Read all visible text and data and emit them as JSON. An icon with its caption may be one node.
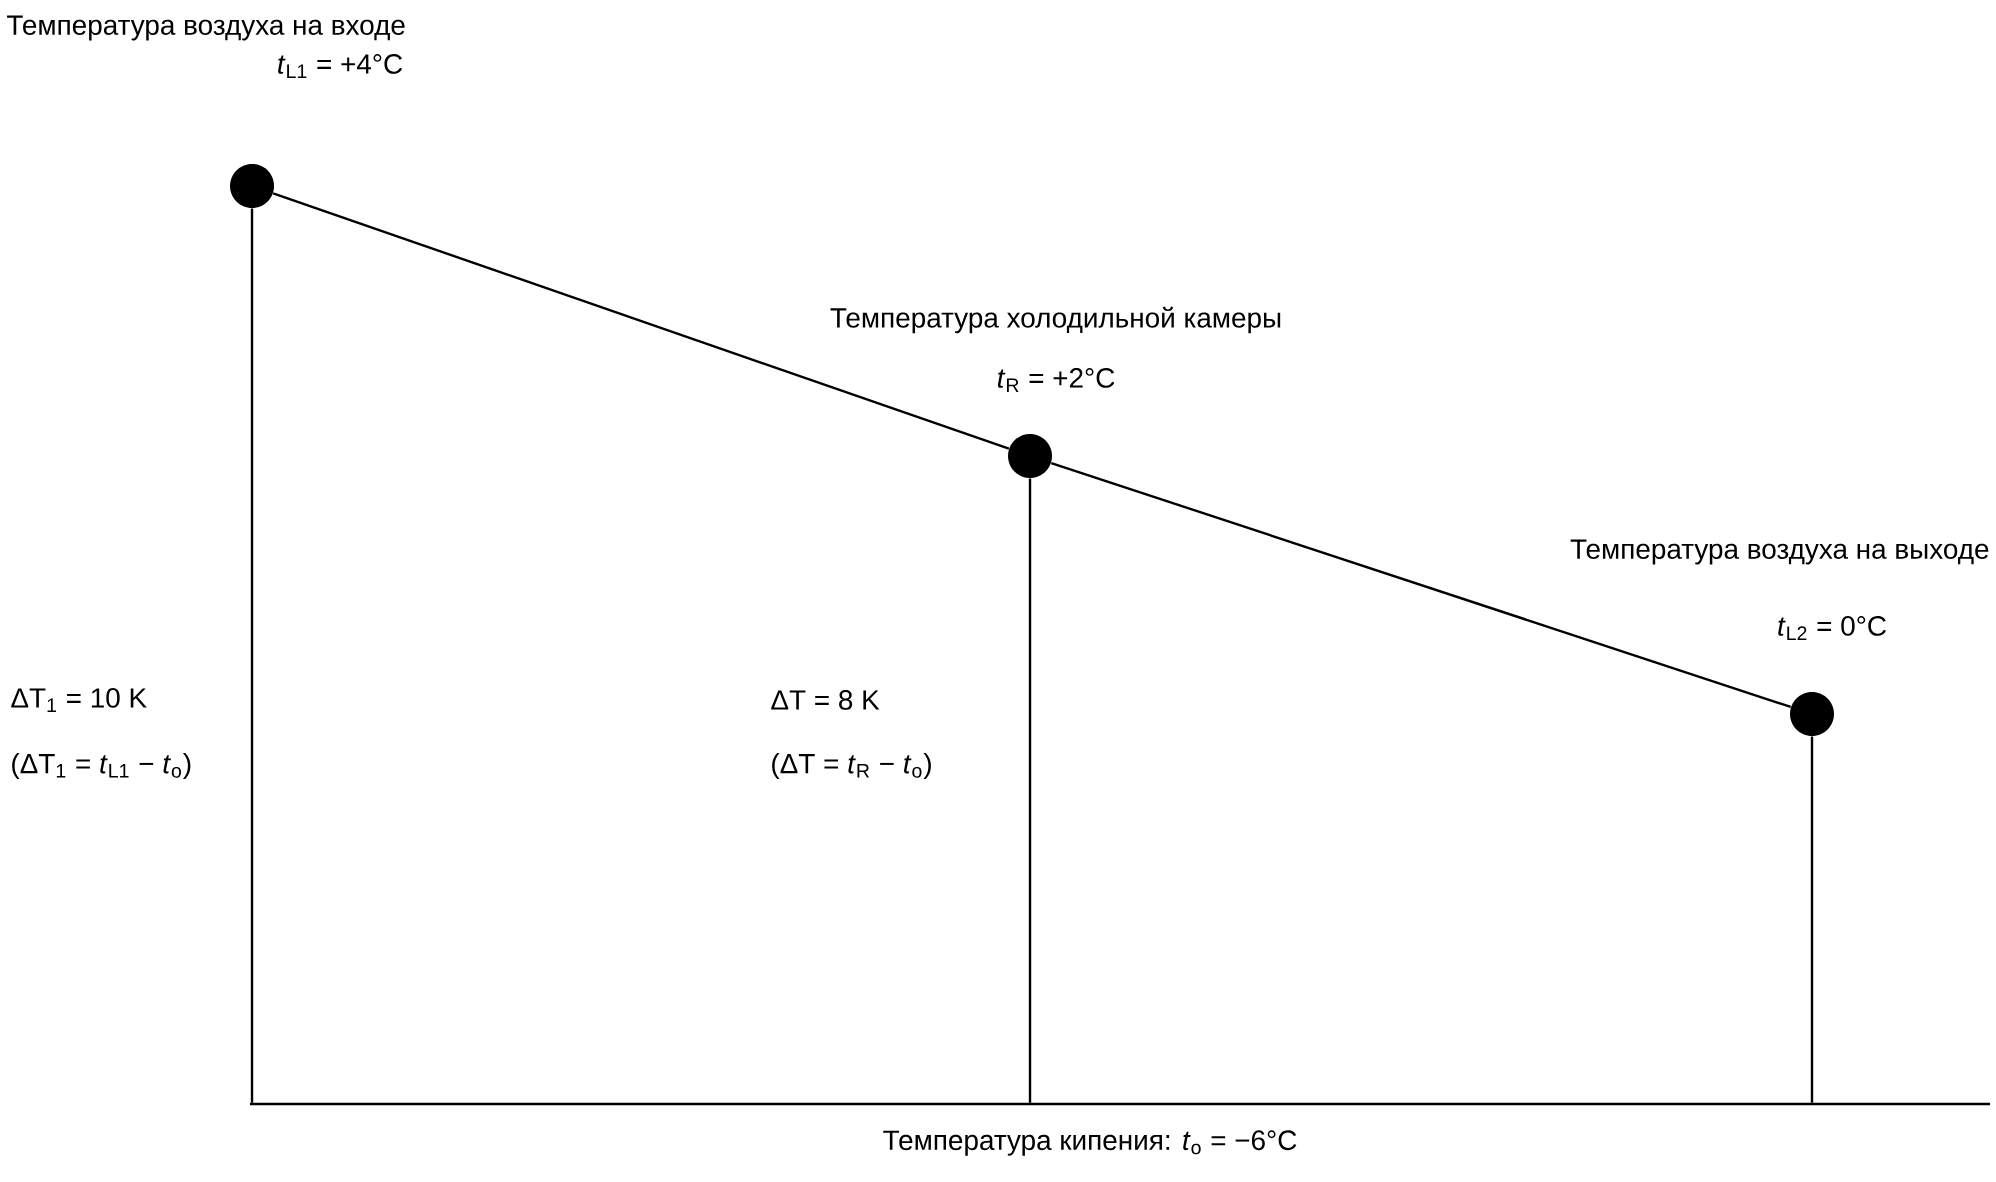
{
  "diagram": {
    "nodes": [
      {
        "text": [],
        "shape": "circle",
        "beside": [
          "Температура воздуха на входе",
          "*t*$_{L1}$ = +4°C"
        ]
      },
      {
        "text": [],
        "shape": "circle",
        "beside": [
          "Температура холодильной камеры",
          "*t*$_{R}$ = +2°C"
        ]
      },
      {
        "text": [],
        "shape": "circle",
        "beside": [
          "Температура воздуха на выходе",
          "*t*$_{L2}$ = 0°C"
        ]
      },
      {
        "text": [
          "Температура кипения: *t*$_{o}$ = −6°C"
        ]
      }
    ],
    "edges": [
      {
        "from": 0,
        "to": 1,
        "arrow": "none"
      },
      {
        "from": 1,
        "to": 2,
        "arrow": "none"
      },
      {
        "from": 0,
        "to": 3,
        "arrow": "none"
      },
      {
        "from": 1,
        "to": 3,
        "arrow": "none"
      },
      {
        "from": 2,
        "to": 3,
        "arrow": "none"
      }
    ],
    "labels": [
      "ΔT$_{1}$ = 10 K",
      "(ΔT$_{1}$ = *t*$_{L1}$ − *t*$_{o}$)",
      "ΔT = 8 K",
      "(ΔT = *t*$_{R}$ − *t*$_{o}$)"
    ]
  }
}
